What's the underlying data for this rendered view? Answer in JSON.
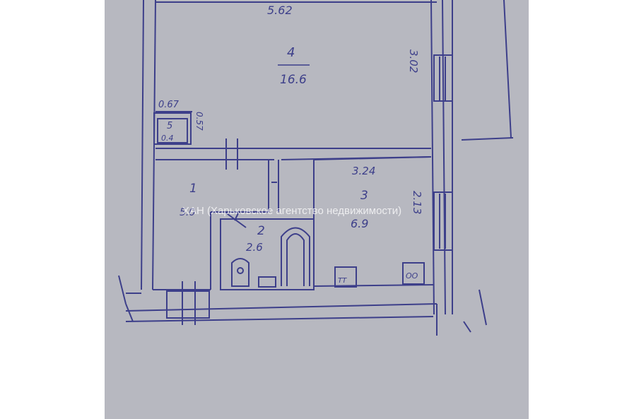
{
  "plan": {
    "ink_color": "#3d3f8a",
    "paper_color": "#b7b8c0",
    "rooms": [
      {
        "number": "4",
        "area": "16.6"
      },
      {
        "number": "5",
        "area": "0.4"
      },
      {
        "number": "1",
        "area": "5.0"
      },
      {
        "number": "2",
        "area": "2.6"
      },
      {
        "number": "3",
        "area": "6.9"
      }
    ],
    "dimensions": {
      "top_width": "5.62",
      "room4_height": "3.02",
      "room5_width": "0.67",
      "room5_height": "0.57",
      "room3_width": "3.24",
      "room3_height": "2.13"
    },
    "fixtures": {
      "stove_left": "TT",
      "stove_right": "OO"
    }
  },
  "watermark": "ХАН (Харьковское агентство недвижимости)"
}
